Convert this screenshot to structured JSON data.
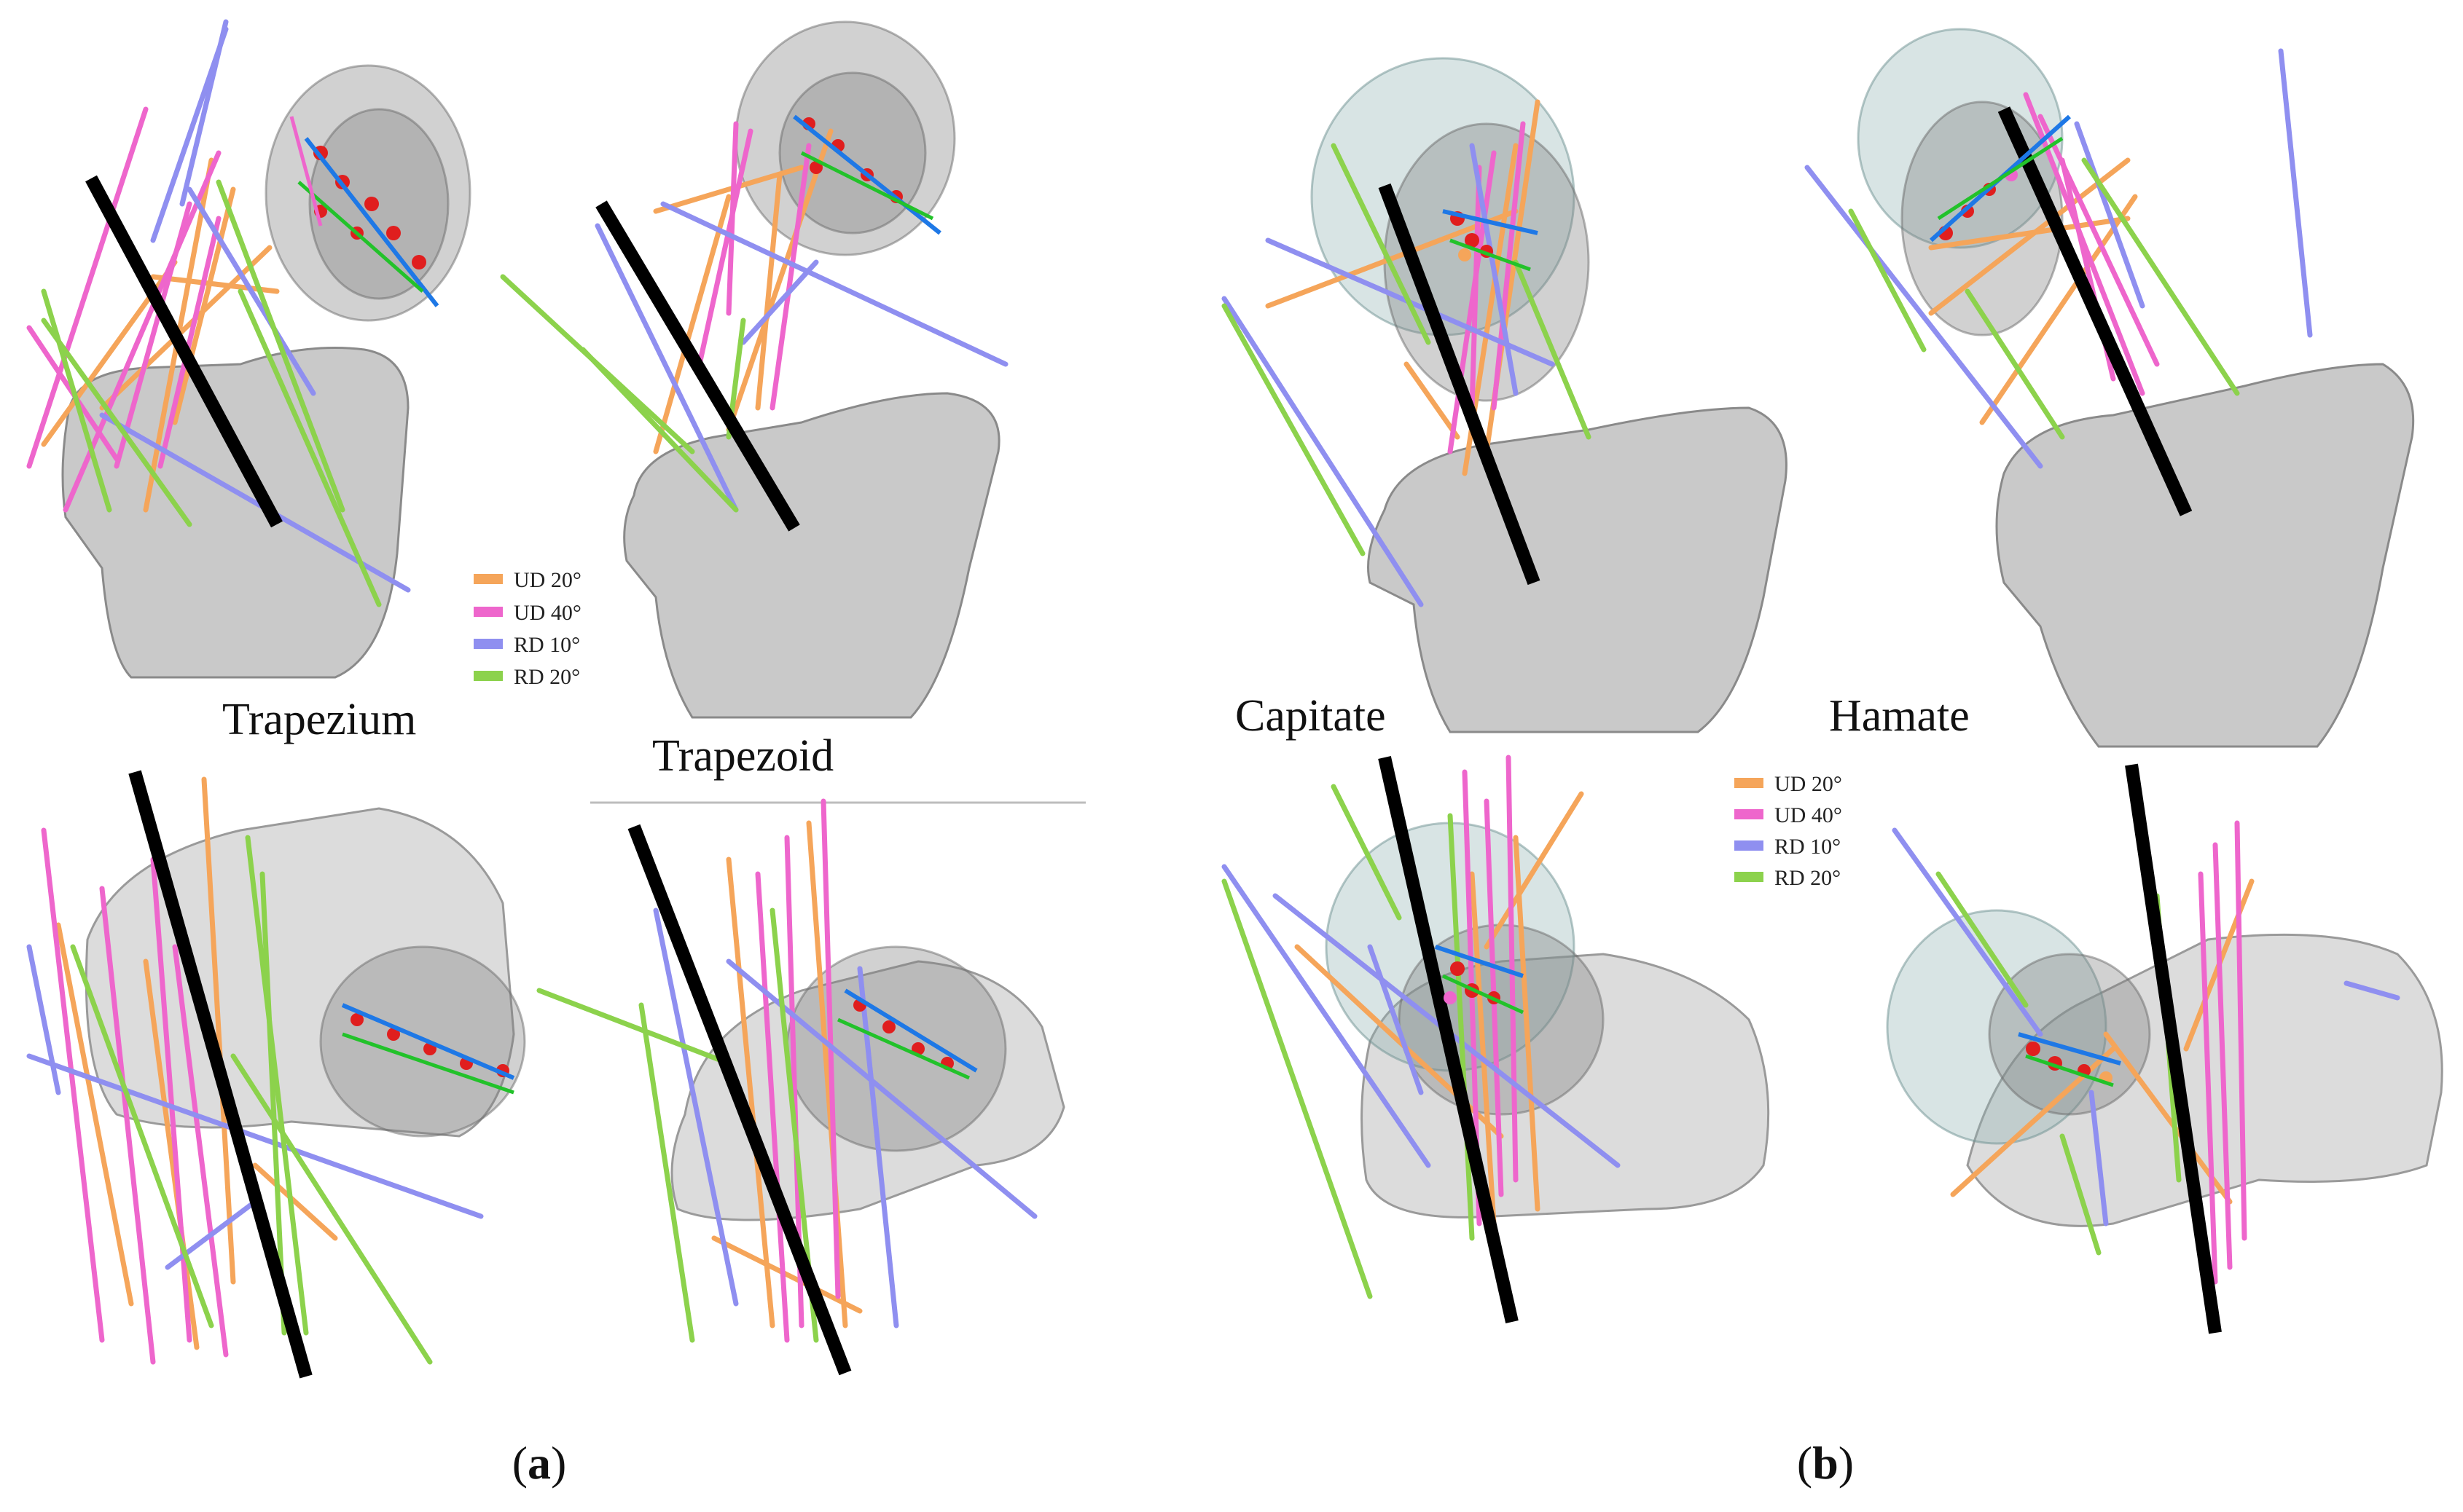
{
  "colors": {
    "ud20": "#f5a55a",
    "ud40": "#ee66cc",
    "rd10": "#8f8ff0",
    "rd20": "#8cd24c",
    "axis": "#000000",
    "marker_red": "#e01e1e",
    "marker_blue": "#1e78e6",
    "marker_green": "#22c22a"
  },
  "panels": {
    "a": {
      "caption": "a",
      "caption_open": "(",
      "caption_close": ")",
      "labels": [
        "Trapezium",
        "Trapezoid"
      ]
    },
    "b": {
      "caption": "b",
      "caption_open": "(",
      "caption_close": ")",
      "labels": [
        "Capitate",
        "Hamate"
      ]
    }
  },
  "legend": [
    {
      "label": "UD 20°",
      "color": "#f5a55a"
    },
    {
      "label": "UD 40°",
      "color": "#ee66cc"
    },
    {
      "label": "RD 10°",
      "color": "#8f8ff0"
    },
    {
      "label": "RD 20°",
      "color": "#8cd24c"
    }
  ]
}
